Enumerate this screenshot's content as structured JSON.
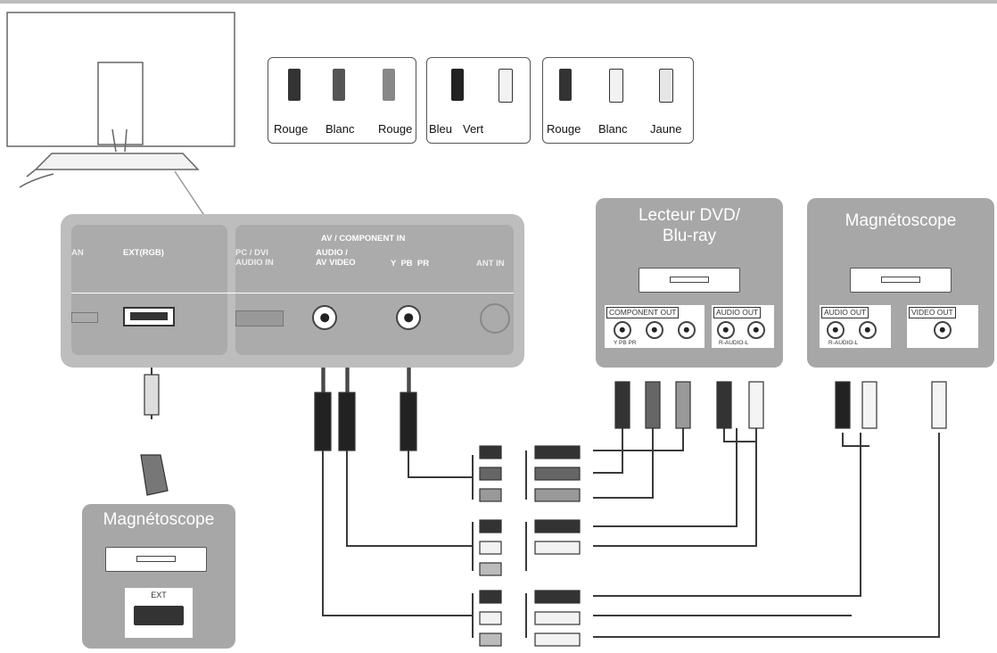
{
  "legend": {
    "group1": [
      "Rouge",
      "Blanc",
      "Rouge"
    ],
    "group2": [
      "Bleu",
      "Vert"
    ],
    "group3": [
      "Rouge",
      "Blanc",
      "Jaune"
    ]
  },
  "tv_panel": {
    "left_cut_label": "AN",
    "ext_label": "EXT(RGB)",
    "pc_dvi_label": "PC / DVI\nAUDIO IN",
    "av_component_label": "AV / COMPONENT IN",
    "audio_av_label": "AUDIO /\nAV VIDEO",
    "ypbpr_label": "Y  PB  PR",
    "ant_label": "ANT IN"
  },
  "dvd_panel": {
    "title": "Lecteur DVD/\nBlu-ray",
    "component_out": "COMPONENT OUT",
    "component_sub": "Y PB PR",
    "audio_out": "AUDIO OUT",
    "audio_sub": "R-AUDIO-L"
  },
  "vcr_panel": {
    "title": "Magnétoscope",
    "audio_out": "AUDIO OUT",
    "audio_sub": "R-AUDIO-L",
    "video_out": "VIDEO OUT"
  },
  "vcr_bottom": {
    "title": "Magnétoscope",
    "ext_label": "EXT"
  },
  "colors": {
    "panel_gray": "#a7a7a7",
    "tv_gray": "#bdbdbd",
    "cable": "#3a3a3a"
  }
}
